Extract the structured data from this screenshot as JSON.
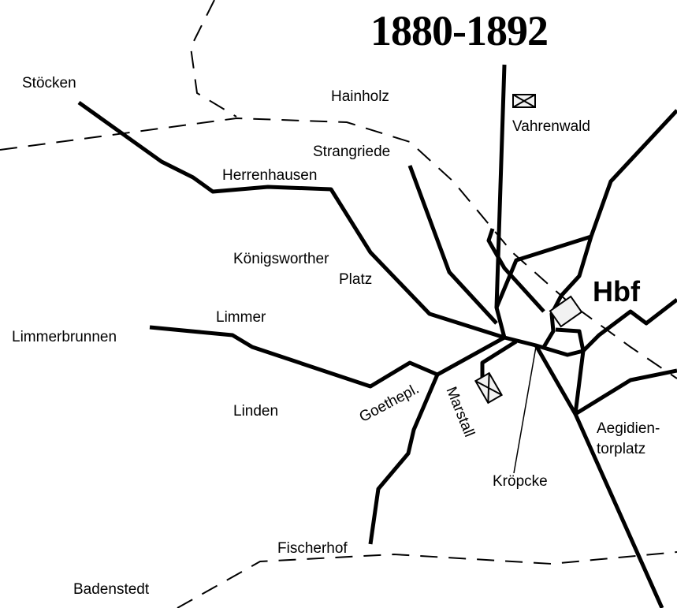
{
  "title": "1880-1892",
  "labels": {
    "stoecken": "Stöcken",
    "hainholz": "Hainholz",
    "vahrenwald": "Vahrenwald",
    "strangriede": "Strangriede",
    "herrenhausen": "Herrenhausen",
    "koenigsworther1": "Königsworther",
    "koenigsworther2": "Platz",
    "limmer": "Limmer",
    "limmerbrunnen": "Limmerbrunnen",
    "linden": "Linden",
    "goethepl": "Goethepl.",
    "marstall": "Marstall",
    "hbf": "Hbf",
    "aegidien1": "Aegidien-",
    "aegidien2": "torplatz",
    "kroepcke": "Kröpcke",
    "fischerhof": "Fischerhof",
    "badenstedt": "Badenstedt"
  },
  "colors": {
    "line": "#000000",
    "background": "#ffffff"
  }
}
